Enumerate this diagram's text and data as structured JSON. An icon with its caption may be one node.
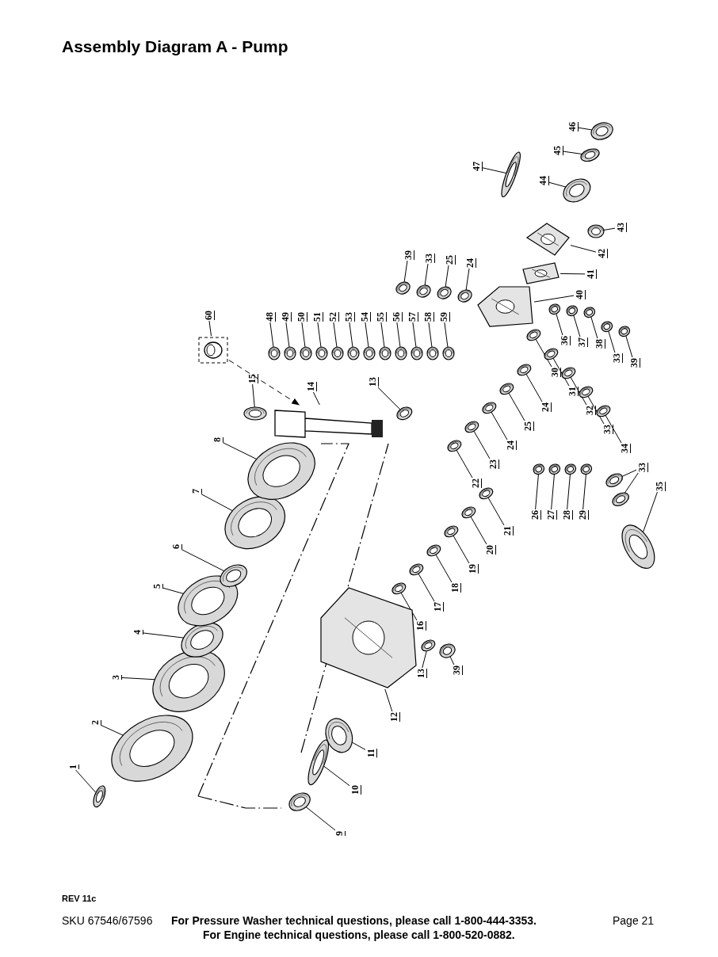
{
  "diagram": {
    "title": "Assembly Diagram A - Pump",
    "nodes": [
      {
        "text": [
          "1"
        ]
      },
      {
        "text": [
          "2"
        ]
      },
      {
        "text": [
          "3"
        ]
      },
      {
        "text": [
          "4"
        ]
      },
      {
        "text": [
          "5"
        ]
      },
      {
        "text": [
          "6"
        ]
      },
      {
        "text": [
          "7"
        ]
      },
      {
        "text": [
          "8"
        ]
      },
      {
        "text": [
          "9"
        ]
      },
      {
        "text": [
          "10"
        ]
      },
      {
        "text": [
          "11"
        ]
      },
      {
        "text": [
          "12"
        ]
      },
      {
        "text": [
          "13"
        ]
      },
      {
        "text": [
          "39"
        ]
      },
      {
        "text": [
          "16"
        ]
      },
      {
        "text": [
          "17"
        ]
      },
      {
        "text": [
          "18"
        ]
      },
      {
        "text": [
          "19"
        ]
      },
      {
        "text": [
          "20"
        ]
      },
      {
        "text": [
          "21"
        ]
      },
      {
        "text": [
          "22"
        ]
      },
      {
        "text": [
          "23"
        ]
      },
      {
        "text": [
          "24"
        ]
      },
      {
        "text": [
          "25"
        ]
      },
      {
        "text": [
          "24"
        ]
      },
      {
        "text": [
          "26"
        ]
      },
      {
        "text": [
          "27"
        ]
      },
      {
        "text": [
          "28"
        ]
      },
      {
        "text": [
          "29"
        ]
      },
      {
        "text": [
          "30"
        ]
      },
      {
        "text": [
          "31"
        ]
      },
      {
        "text": [
          "32"
        ]
      },
      {
        "text": [
          "33"
        ]
      },
      {
        "text": [
          "34"
        ]
      },
      {
        "text": [
          "33"
        ]
      },
      {
        "text": [
          "35"
        ]
      },
      {
        "text": [
          "36"
        ]
      },
      {
        "text": [
          "37"
        ]
      },
      {
        "text": [
          "38"
        ]
      },
      {
        "text": [
          "33"
        ]
      },
      {
        "text": [
          "39"
        ]
      },
      {
        "text": [
          "40"
        ]
      },
      {
        "text": [
          "41"
        ]
      },
      {
        "text": [
          "42"
        ]
      },
      {
        "text": [
          "43"
        ]
      },
      {
        "text": [
          "44"
        ]
      },
      {
        "text": [
          "45"
        ]
      },
      {
        "text": [
          "46"
        ]
      },
      {
        "text": [
          "47"
        ]
      },
      {
        "text": [
          "39"
        ]
      },
      {
        "text": [
          "33"
        ]
      },
      {
        "text": [
          "25"
        ]
      },
      {
        "text": [
          "24"
        ]
      },
      {
        "text": [
          "48"
        ]
      },
      {
        "text": [
          "49"
        ]
      },
      {
        "text": [
          "50"
        ]
      },
      {
        "text": [
          "51"
        ]
      },
      {
        "text": [
          "52"
        ]
      },
      {
        "text": [
          "53"
        ]
      },
      {
        "text": [
          "54"
        ]
      },
      {
        "text": [
          "55"
        ]
      },
      {
        "text": [
          "56"
        ]
      },
      {
        "text": [
          "57"
        ]
      },
      {
        "text": [
          "58"
        ]
      },
      {
        "text": [
          "59"
        ]
      },
      {
        "text": [
          "60"
        ]
      },
      {
        "text": [],
        "shape": "picture"
      },
      {
        "text": [
          "15"
        ]
      },
      {
        "text": [
          "14"
        ]
      },
      {
        "text": [],
        "shape": "picture"
      },
      {
        "text": [
          "13"
        ]
      },
      {
        "text": [],
        "shape": "picture"
      },
      {
        "text": [],
        "shape": "picture"
      },
      {
        "text": [],
        "shape": "picture"
      },
      {
        "text": [],
        "shape": "picture"
      },
      {
        "text": [],
        "shape": "picture"
      },
      {
        "text": [],
        "shape": "picture"
      },
      {
        "text": [],
        "shape": "picture"
      },
      {
        "text": [],
        "shape": "picture"
      },
      {
        "text": [],
        "shape": "picture"
      },
      {
        "text": [],
        "shape": "picture"
      },
      {
        "text": [],
        "shape": "picture"
      },
      {
        "text": [],
        "shape": "picture"
      },
      {
        "text": [],
        "shape": "picture"
      },
      {
        "text": [],
        "shape": "picture"
      },
      {
        "text": [],
        "shape": "picture"
      },
      {
        "text": [],
        "shape": "picture"
      },
      {
        "text": [],
        "shape": "picture"
      },
      {
        "text": [],
        "shape": "picture"
      },
      {
        "text": [],
        "shape": "picture"
      },
      {
        "text": [],
        "shape": "picture"
      },
      {
        "text": [],
        "shape": "picture"
      },
      {
        "text": [],
        "shape": "picture"
      },
      {
        "text": [],
        "shape": "picture"
      },
      {
        "text": [],
        "shape": "picture"
      },
      {
        "text": [],
        "shape": "picture"
      },
      {
        "text": [],
        "shape": "picture"
      },
      {
        "text": [],
        "shape": "picture"
      },
      {
        "text": [],
        "shape": "picture"
      },
      {
        "text": [],
        "shape": "picture"
      },
      {
        "text": [],
        "shape": "picture"
      },
      {
        "text": [],
        "shape": "picture"
      },
      {
        "text": [],
        "shape": "picture"
      },
      {
        "text": [],
        "shape": "picture"
      },
      {
        "text": [],
        "shape": "picture"
      },
      {
        "text": [],
        "shape": "picture"
      },
      {
        "text": [],
        "shape": "picture"
      },
      {
        "text": [],
        "shape": "picture"
      },
      {
        "text": [],
        "shape": "picture"
      },
      {
        "text": [],
        "shape": "picture"
      },
      {
        "text": [],
        "shape": "picture"
      },
      {
        "text": [],
        "shape": "picture"
      },
      {
        "text": [],
        "shape": "picture"
      },
      {
        "text": [],
        "shape": "picture"
      },
      {
        "text": [],
        "shape": "picture"
      },
      {
        "text": [],
        "shape": "picture"
      },
      {
        "text": [],
        "shape": "picture"
      },
      {
        "text": [],
        "shape": "picture"
      },
      {
        "text": [],
        "shape": "picture"
      },
      {
        "text": [],
        "shape": "picture"
      },
      {
        "text": [],
        "shape": "picture"
      },
      {
        "text": [],
        "shape": "picture"
      },
      {
        "text": [],
        "shape": "picture"
      },
      {
        "text": [],
        "shape": "picture"
      },
      {
        "text": [],
        "shape": "picture"
      },
      {
        "text": [],
        "shape": "picture"
      },
      {
        "text": [],
        "shape": "picture"
      },
      {
        "text": [],
        "shape": "picture"
      },
      {
        "text": [],
        "shape": "picture"
      },
      {
        "text": [],
        "shape": "picture"
      },
      {
        "text": [],
        "shape": "picture"
      },
      {
        "text": [],
        "shape": "picture"
      },
      {
        "text": [],
        "shape": "picture"
      },
      {
        "text": [],
        "shape": "picture"
      },
      {
        "text": [],
        "shape": "picture"
      },
      {
        "text": [],
        "shape": "picture"
      },
      {
        "text": [],
        "shape": "picture"
      },
      {
        "text": [],
        "shape": "picture"
      },
      {
        "text": [],
        "shape": "picture"
      }
    ],
    "edges": [
      {
        "from": 0,
        "to": 71,
        "arrow": "none"
      },
      {
        "from": 1,
        "to": 72,
        "arrow": "none"
      },
      {
        "from": 2,
        "to": 73,
        "arrow": "none"
      },
      {
        "from": 3,
        "to": 74,
        "arrow": "none"
      },
      {
        "from": 4,
        "to": 75,
        "arrow": "none"
      },
      {
        "from": 5,
        "to": 76,
        "arrow": "none"
      },
      {
        "from": 6,
        "to": 77,
        "arrow": "none"
      },
      {
        "from": 7,
        "to": 78,
        "arrow": "none"
      },
      {
        "from": 8,
        "to": 79,
        "arrow": "none"
      },
      {
        "from": 9,
        "to": 80,
        "arrow": "none"
      },
      {
        "from": 10,
        "to": 81,
        "arrow": "none"
      },
      {
        "from": 11,
        "to": 82,
        "arrow": "none"
      },
      {
        "from": 12,
        "to": 83,
        "arrow": "none"
      },
      {
        "from": 13,
        "to": 84,
        "arrow": "none"
      },
      {
        "from": 14,
        "to": 85,
        "arrow": "none"
      },
      {
        "from": 15,
        "to": 86,
        "arrow": "none"
      },
      {
        "from": 16,
        "to": 87,
        "arrow": "none"
      },
      {
        "from": 17,
        "to": 88,
        "arrow": "none"
      },
      {
        "from": 18,
        "to": 89,
        "arrow": "none"
      },
      {
        "from": 19,
        "to": 90,
        "arrow": "none"
      },
      {
        "from": 20,
        "to": 91,
        "arrow": "none"
      },
      {
        "from": 21,
        "to": 92,
        "arrow": "none"
      },
      {
        "from": 22,
        "to": 93,
        "arrow": "none"
      },
      {
        "from": 23,
        "to": 94,
        "arrow": "none"
      },
      {
        "from": 24,
        "to": 95,
        "arrow": "none"
      },
      {
        "from": 25,
        "to": 96,
        "arrow": "none"
      },
      {
        "from": 26,
        "to": 97,
        "arrow": "none"
      },
      {
        "from": 27,
        "to": 98,
        "arrow": "none"
      },
      {
        "from": 28,
        "to": 99,
        "arrow": "none"
      },
      {
        "from": 29,
        "to": 100,
        "arrow": "none"
      },
      {
        "from": 30,
        "to": 101,
        "arrow": "none"
      },
      {
        "from": 31,
        "to": 102,
        "arrow": "none"
      },
      {
        "from": 32,
        "to": 103,
        "arrow": "none"
      },
      {
        "from": 33,
        "to": 104,
        "arrow": "none"
      },
      {
        "from": 34,
        "to": 105,
        "arrow": "none"
      },
      {
        "from": 34,
        "to": 106,
        "arrow": "none"
      },
      {
        "from": 35,
        "to": 107,
        "arrow": "none"
      },
      {
        "from": 36,
        "to": 108,
        "arrow": "none"
      },
      {
        "from": 37,
        "to": 109,
        "arrow": "none"
      },
      {
        "from": 38,
        "to": 110,
        "arrow": "none"
      },
      {
        "from": 39,
        "to": 111,
        "arrow": "none"
      },
      {
        "from": 40,
        "to": 112,
        "arrow": "none"
      },
      {
        "from": 41,
        "to": 113,
        "arrow": "none"
      },
      {
        "from": 42,
        "to": 114,
        "arrow": "none"
      },
      {
        "from": 43,
        "to": 115,
        "arrow": "none"
      },
      {
        "from": 44,
        "to": 116,
        "arrow": "none"
      },
      {
        "from": 45,
        "to": 117,
        "arrow": "none"
      },
      {
        "from": 46,
        "to": 118,
        "arrow": "none"
      },
      {
        "from": 47,
        "to": 119,
        "arrow": "none"
      },
      {
        "from": 48,
        "to": 120,
        "arrow": "none"
      },
      {
        "from": 49,
        "to": 121,
        "arrow": "none"
      },
      {
        "from": 50,
        "to": 122,
        "arrow": "none"
      },
      {
        "from": 51,
        "to": 123,
        "arrow": "none"
      },
      {
        "from": 52,
        "to": 124,
        "arrow": "none"
      },
      {
        "from": 53,
        "to": 125,
        "arrow": "none"
      },
      {
        "from": 54,
        "to": 126,
        "arrow": "none"
      },
      {
        "from": 55,
        "to": 127,
        "arrow": "none"
      },
      {
        "from": 56,
        "to": 128,
        "arrow": "none"
      },
      {
        "from": 57,
        "to": 129,
        "arrow": "none"
      },
      {
        "from": 58,
        "to": 130,
        "arrow": "none"
      },
      {
        "from": 59,
        "to": 131,
        "arrow": "none"
      },
      {
        "from": 60,
        "to": 132,
        "arrow": "none"
      },
      {
        "from": 61,
        "to": 133,
        "arrow": "none"
      },
      {
        "from": 62,
        "to": 134,
        "arrow": "none"
      },
      {
        "from": 63,
        "to": 135,
        "arrow": "none"
      },
      {
        "from": 64,
        "to": 136,
        "arrow": "none"
      },
      {
        "from": 65,
        "to": 66,
        "arrow": "none"
      },
      {
        "from": 66,
        "to": 69,
        "arrow": "to",
        "style": "dashed"
      },
      {
        "from": 67,
        "to": 137,
        "arrow": "none"
      },
      {
        "from": 68,
        "to": 69,
        "arrow": "none"
      },
      {
        "from": 70,
        "to": 138,
        "arrow": "none"
      }
    ],
    "labels": [
      "REV 11c",
      "SKU 67546/67596",
      "For Pressure Washer technical questions, please call 1-800-444-3353.",
      "Page 21",
      "For Engine technical questions, please call 1-800-520-0882."
    ]
  }
}
